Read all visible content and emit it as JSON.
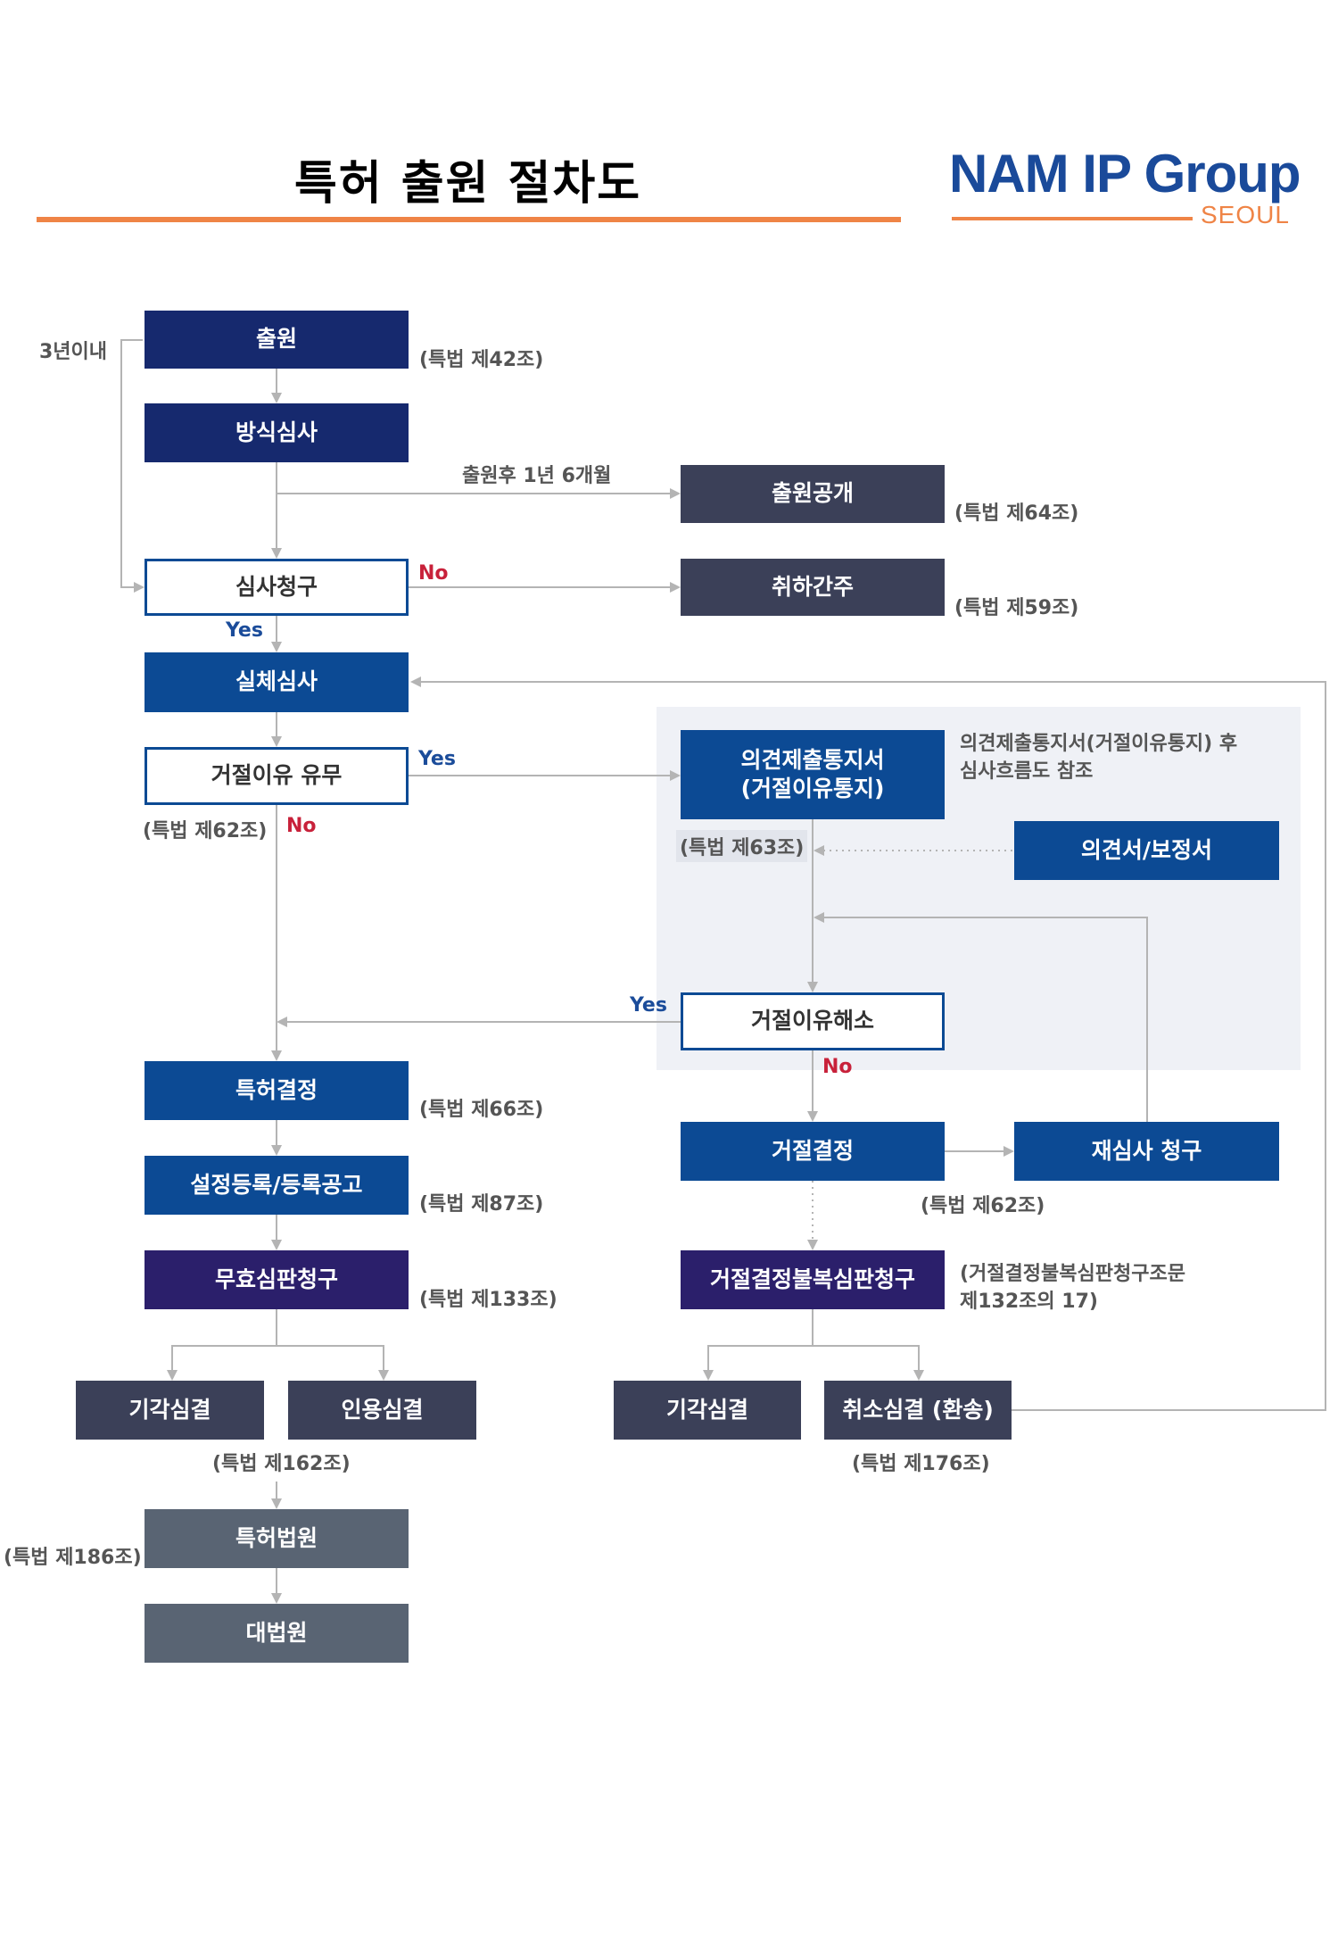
{
  "header": {
    "title": "특허 출원 절차도",
    "logo_text": "NAM IP Group",
    "logo_sub": "SEOUL"
  },
  "colors": {
    "accent": "#ef8446",
    "navy": "#16296e",
    "blue": "#0c4a94",
    "slate": "#3b4058",
    "purple": "#2b1f6b",
    "gray": "#596473",
    "panel": "#eff1f6",
    "line": "#b4b4b4"
  },
  "nodes": {
    "filing": "출원",
    "formality": "방식심사",
    "publication": "출원공개",
    "exam_request": "심사청구",
    "deemed_withdrawn": "취하간주",
    "substantive": "실체심사",
    "rejection_grounds": "거절이유 유무",
    "office_action_1": "의견제출통지서",
    "office_action_2": "(거절이유통지)",
    "response": "의견서/보정서",
    "resolved": "거절이유해소",
    "grant": "특허결정",
    "registration": "설정등록/등록공고",
    "invalidation": "무효심판청구",
    "rejection": "거절결정",
    "reexam": "재심사 청구",
    "appeal": "거절결정불복심판청구",
    "dismissal_left": "기각심결",
    "accepted": "인용심결",
    "dismissal_right": "기각심결",
    "revocation": "취소심결 (환송)",
    "patent_court": "특허법원",
    "supreme_court": "대법원"
  },
  "notes": {
    "within_3y": "3년이내",
    "art42": "(특법 제42조)",
    "pub_time": "출원후 1년 6개월",
    "art64": "(특법 제64조)",
    "art59": "(특법 제59조)",
    "art62_left": "(특법 제62조)",
    "ref_1": "의견제출통지서(거절이유통지) 후",
    "ref_2": "심사흐름도 참조",
    "art63": "(특법 제63조)",
    "art66": "(특법 제66조)",
    "art87": "(특법 제87조)",
    "art133": "(특법 제133조)",
    "art62_right": "(특법 제62조)",
    "appeal_ref_1": "(거절결정불복심판청구조문",
    "appeal_ref_2": "제132조의 17)",
    "art162": "(특법 제162조)",
    "art176": "(특법 제176조)",
    "art186": "(특법 제186조)"
  },
  "labels": {
    "yes": "Yes",
    "no": "No"
  }
}
